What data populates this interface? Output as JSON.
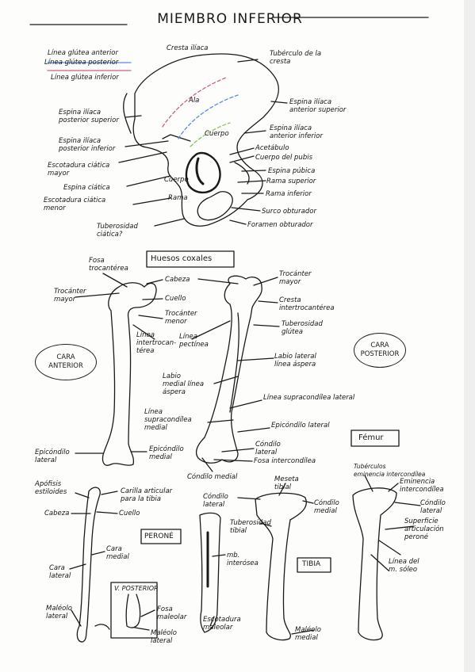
{
  "title": "MIEMBRO INFERIOR",
  "legend": {
    "line1": "Línea glútea anterior",
    "line2": "Línea glútea posterior",
    "line3": "Línea glútea inferior"
  },
  "hip": {
    "cresta_iliaca": "Cresta ilíaca",
    "tuberculo_cresta": "Tubérculo de la\ncresta",
    "ala": "Ala",
    "espina_ant_sup": "Espina ilíaca\nanterior superior",
    "espina_ant_inf": "Espina ilíaca\nanterior inferior",
    "espina_post_sup": "Espina ilíaca\nposterior superior",
    "espina_post_inf": "Espina ilíaca\nposterior inferior",
    "cuerpo_ilion": "Cuerpo",
    "acetabulo": "Acetábulo",
    "cuerpo_pubis": "Cuerpo del pubis",
    "espina_pubica": "Espina púbica",
    "escotadura_mayor": "Escotadura ciática\nmayor",
    "espina_ciatica": "Espina ciática",
    "rama_superior": "Rama superior",
    "cuerpo_isquion": "Cuerpo",
    "rama_inferior": "Rama inferior",
    "escotadura_menor": "Escotadura ciática\nmenor",
    "rama": "Rama",
    "surco_obturador": "Surco obturador",
    "tuberosidad_ciatica": "Tuberosidad\nciática?",
    "foramen_obturador": "Foramen obturador",
    "box": "Huesos coxales"
  },
  "femur": {
    "fosa_trocanterea": "Fosa\ntrocantérea",
    "trocanter_mayor_l": "Trocánter\nmayor",
    "cabeza": "Cabeza",
    "cuello": "Cuello",
    "trocanter_menor": "Trocánter\nmenor",
    "linea_intertrocanterea": "Línea\nintertrocan-\ntérea",
    "linea_pectinea": "Línea\npectínea",
    "trocanter_mayor_r": "Trocánter\nmayor",
    "cresta_intertrocanterea": "Cresta\nintertrocantérea",
    "tuberosidad_glutea": "Tuberosidad\nglútea",
    "cara_anterior": "CARA\nANTERIOR",
    "cara_posterior": "CARA\nPOSTERIOR",
    "labio_lateral": "Labio lateral\nlínea áspera",
    "labio_medial": "Labio\nmedial línea\náspera",
    "linea_supra_lateral": "Línea supracondílea lateral",
    "linea_supra_medial": "Línea\nsupracondílea\nmedial",
    "epicondilo_lateral_box": "Epicóndilo lateral",
    "epicondilo_lateral": "Epicóndilo\nlateral",
    "epicondilo_medial": "Epicóndilo\nmedial",
    "condilo_lateral": "Cóndilo\nlateral",
    "fosa_intercondilea": "Fosa intercondílea",
    "condilo_medial": "Cóndilo medial",
    "box": "Fémur"
  },
  "perone": {
    "apofisis_estiloides": "Apófisis\nestiloides",
    "carilla_articular": "Carilla articular\npara la tibia",
    "cabeza": "Cabeza",
    "cuello": "Cuello",
    "box": "PERONÉ",
    "cara_medial": "Cara\nmedial",
    "cara_lateral": "Cara\nlateral",
    "maleolo_lateral": "Maléolo\nlateral",
    "vposterior": "V. POSTERIOR",
    "fosa_maleolar": "Fosa\nmaleolar",
    "maleolo_lateral2": "Maléolo\nlateral"
  },
  "tibia": {
    "condilo_lateral": "Cóndilo\nlateral",
    "meseta_tibial": "Meseta\ntibial",
    "condilo_medial": "Cóndilo\nmedial",
    "tuberosidad_tibial": "Tuberosidad\ntibial",
    "mb_interosea": "mb.\ninterósea",
    "escotadura_maleolar": "Escotadura\nmaleolar",
    "box": "TIBIA",
    "maleolo_medial": "Maléolo\nmedial",
    "tuberculos_eminencia": "Tubérculos\neminencia intercondílea",
    "eminencia_intercondilea": "Eminencia\nintercondílea",
    "condilo_lateral_r": "Cóndilo\nlateral",
    "superficie_articulacion": "Superficie\narticulación\nperoné",
    "linea_soleo": "Línea del\nm. sóleo"
  }
}
